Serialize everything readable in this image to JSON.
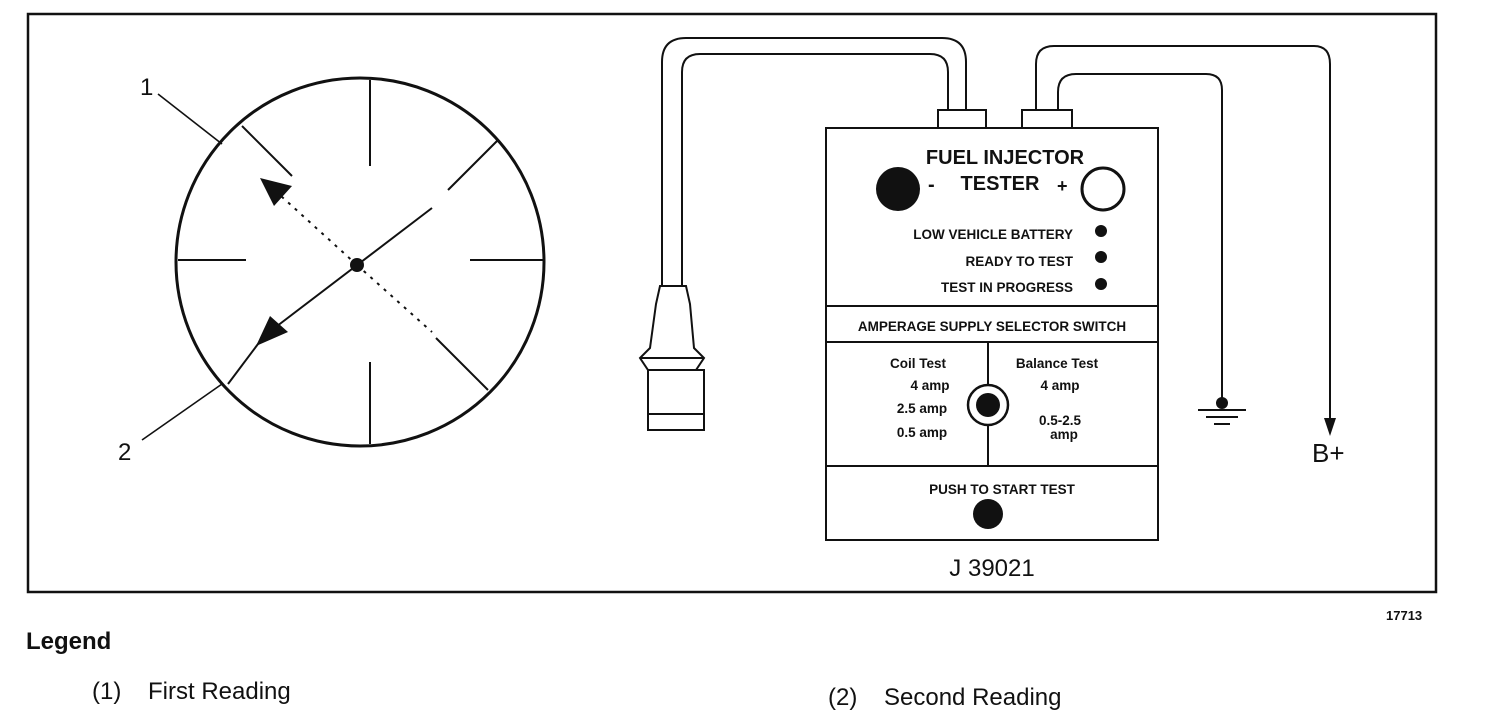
{
  "callouts": [
    "1",
    "2"
  ],
  "tester": {
    "title_line1": "FUEL INJECTOR",
    "title_line2": "TESTER",
    "minus": "-",
    "plus": "+",
    "indicators": [
      "LOW VEHICLE BATTERY",
      "READY TO TEST",
      "TEST IN PROGRESS"
    ],
    "selector_header": "AMPERAGE SUPPLY SELECTOR SWITCH",
    "coil_test": {
      "label": "Coil Test",
      "values": [
        "4 amp",
        "2.5 amp",
        "0.5 amp"
      ]
    },
    "balance_test": {
      "label": "Balance Test",
      "values": [
        "4 amp",
        "0.5-2.5",
        "amp"
      ]
    },
    "start_label": "PUSH TO START TEST",
    "model": "J 39021"
  },
  "battery_label": "B+",
  "figure_id": "17713",
  "legend": {
    "title": "Legend",
    "items": [
      {
        "num": "(1)",
        "label": "First Reading"
      },
      {
        "num": "(2)",
        "label": "Second Reading"
      }
    ]
  }
}
